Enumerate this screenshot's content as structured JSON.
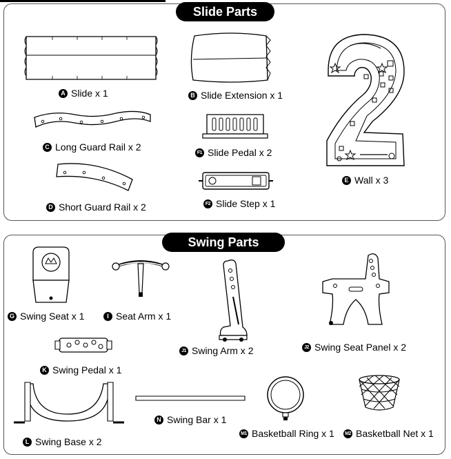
{
  "sections": {
    "slide": {
      "title": "Slide Parts"
    },
    "swing": {
      "title": "Swing Parts"
    }
  },
  "parts": {
    "a": {
      "badge": "A",
      "label": "Slide x 1"
    },
    "b": {
      "badge": "B",
      "label": "Slide Extension x 1"
    },
    "c": {
      "badge": "C",
      "label": "Long Guard Rail x 2"
    },
    "f1": {
      "badge": "F1",
      "label": "Slide Pedal x 2"
    },
    "d": {
      "badge": "D",
      "label": "Short Guard Rail x 2"
    },
    "f2": {
      "badge": "F2",
      "label": "Slide Step x 1"
    },
    "e": {
      "badge": "E",
      "label": "Wall x 3"
    },
    "g": {
      "badge": "G",
      "label": "Swing Seat x 1"
    },
    "i": {
      "badge": "I",
      "label": "Seat Arm x 1"
    },
    "j1": {
      "badge": "J1",
      "label": "Swing Arm x 2"
    },
    "j2": {
      "badge": "J2",
      "label": "Swing Seat Panel x 2"
    },
    "k": {
      "badge": "K",
      "label": "Swing Pedal x 1"
    },
    "l": {
      "badge": "L",
      "label": "Swing Base x 2"
    },
    "n": {
      "badge": "N",
      "label": "Swing Bar x 1"
    },
    "m1": {
      "badge": "M1",
      "label": "Basketball Ring x 1"
    },
    "m2": {
      "badge": "M2",
      "label": "Basketball Net x 1"
    }
  }
}
